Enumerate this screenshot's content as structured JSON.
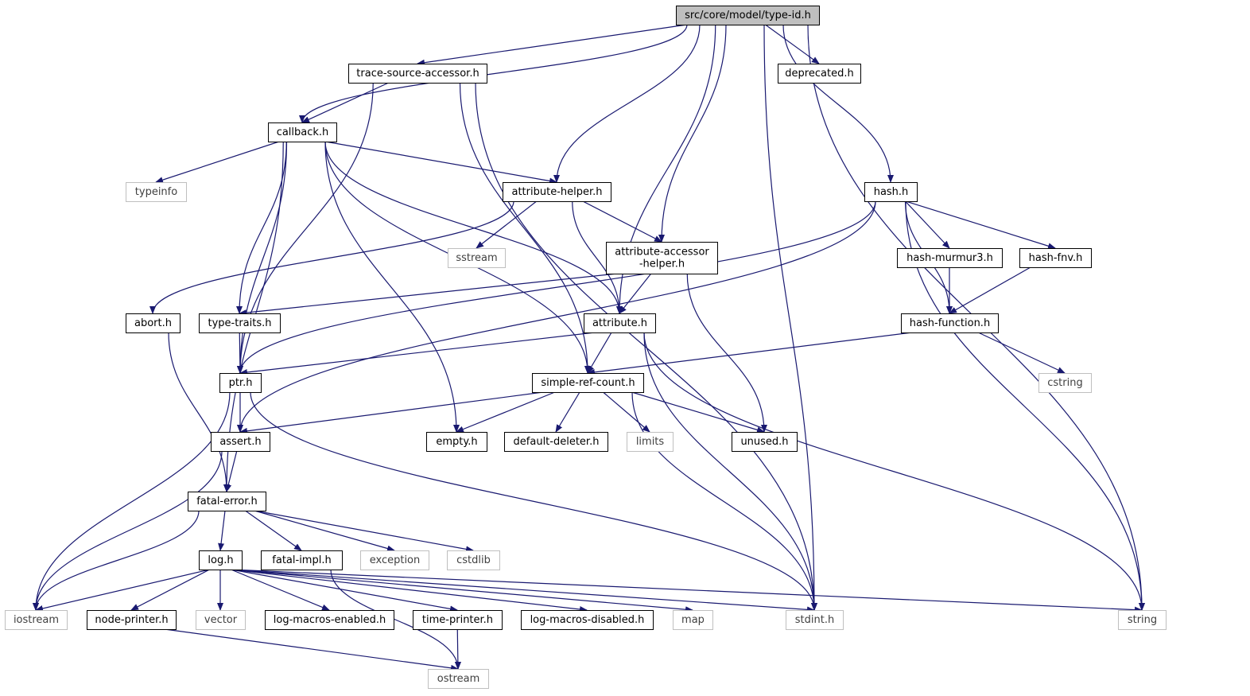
{
  "colors": {
    "edge": "#191970",
    "root_fill": "#bfbfbf",
    "documented_border": "#000000",
    "external_border": "#bfbfbf",
    "external_text": "#404040",
    "text": "#000000"
  },
  "nodes": [
    {
      "id": "type-id",
      "label": "src/core/model/type-id.h",
      "kind": "root"
    },
    {
      "id": "trace-source-accessor",
      "label": "trace-source-accessor.h",
      "kind": "documented"
    },
    {
      "id": "deprecated",
      "label": "deprecated.h",
      "kind": "documented"
    },
    {
      "id": "callback",
      "label": "callback.h",
      "kind": "documented"
    },
    {
      "id": "typeinfo",
      "label": "typeinfo",
      "kind": "external"
    },
    {
      "id": "attribute-helper",
      "label": "attribute-helper.h",
      "kind": "documented"
    },
    {
      "id": "hash",
      "label": "hash.h",
      "kind": "documented"
    },
    {
      "id": "sstream",
      "label": "sstream",
      "kind": "external"
    },
    {
      "id": "attribute-accessor-helper",
      "label": "attribute-accessor\n-helper.h",
      "kind": "documented"
    },
    {
      "id": "hash-murmur3",
      "label": "hash-murmur3.h",
      "kind": "documented"
    },
    {
      "id": "hash-fnv",
      "label": "hash-fnv.h",
      "kind": "documented"
    },
    {
      "id": "abort",
      "label": "abort.h",
      "kind": "documented"
    },
    {
      "id": "type-traits",
      "label": "type-traits.h",
      "kind": "documented"
    },
    {
      "id": "attribute",
      "label": "attribute.h",
      "kind": "documented"
    },
    {
      "id": "hash-function",
      "label": "hash-function.h",
      "kind": "documented"
    },
    {
      "id": "ptr",
      "label": "ptr.h",
      "kind": "documented"
    },
    {
      "id": "simple-ref-count",
      "label": "simple-ref-count.h",
      "kind": "documented"
    },
    {
      "id": "cstring",
      "label": "cstring",
      "kind": "external"
    },
    {
      "id": "assert",
      "label": "assert.h",
      "kind": "documented"
    },
    {
      "id": "empty",
      "label": "empty.h",
      "kind": "documented"
    },
    {
      "id": "default-deleter",
      "label": "default-deleter.h",
      "kind": "documented"
    },
    {
      "id": "limits",
      "label": "limits",
      "kind": "external"
    },
    {
      "id": "unused",
      "label": "unused.h",
      "kind": "documented"
    },
    {
      "id": "fatal-error",
      "label": "fatal-error.h",
      "kind": "documented"
    },
    {
      "id": "log",
      "label": "log.h",
      "kind": "documented"
    },
    {
      "id": "fatal-impl",
      "label": "fatal-impl.h",
      "kind": "documented"
    },
    {
      "id": "exception",
      "label": "exception",
      "kind": "external"
    },
    {
      "id": "cstdlib",
      "label": "cstdlib",
      "kind": "external"
    },
    {
      "id": "iostream",
      "label": "iostream",
      "kind": "external"
    },
    {
      "id": "node-printer",
      "label": "node-printer.h",
      "kind": "documented"
    },
    {
      "id": "vector",
      "label": "vector",
      "kind": "external"
    },
    {
      "id": "log-macros-enabled",
      "label": "log-macros-enabled.h",
      "kind": "documented"
    },
    {
      "id": "time-printer",
      "label": "time-printer.h",
      "kind": "documented"
    },
    {
      "id": "log-macros-disabled",
      "label": "log-macros-disabled.h",
      "kind": "documented"
    },
    {
      "id": "map",
      "label": "map",
      "kind": "external"
    },
    {
      "id": "stdint",
      "label": "stdint.h",
      "kind": "external"
    },
    {
      "id": "string",
      "label": "string",
      "kind": "external"
    },
    {
      "id": "ostream",
      "label": "ostream",
      "kind": "external"
    }
  ],
  "edges": [
    {
      "from": "type-id",
      "to": "trace-source-accessor"
    },
    {
      "from": "type-id",
      "to": "deprecated"
    },
    {
      "from": "type-id",
      "to": "callback"
    },
    {
      "from": "type-id",
      "to": "attribute-helper"
    },
    {
      "from": "type-id",
      "to": "attribute-accessor-helper"
    },
    {
      "from": "type-id",
      "to": "attribute"
    },
    {
      "from": "type-id",
      "to": "hash"
    },
    {
      "from": "type-id",
      "to": "stdint"
    },
    {
      "from": "type-id",
      "to": "string"
    },
    {
      "from": "trace-source-accessor",
      "to": "callback"
    },
    {
      "from": "trace-source-accessor",
      "to": "ptr"
    },
    {
      "from": "trace-source-accessor",
      "to": "simple-ref-count"
    },
    {
      "from": "trace-source-accessor",
      "to": "stdint"
    },
    {
      "from": "callback",
      "to": "typeinfo"
    },
    {
      "from": "callback",
      "to": "attribute-helper"
    },
    {
      "from": "callback",
      "to": "ptr"
    },
    {
      "from": "callback",
      "to": "type-traits"
    },
    {
      "from": "callback",
      "to": "attribute"
    },
    {
      "from": "callback",
      "to": "simple-ref-count"
    },
    {
      "from": "callback",
      "to": "empty"
    },
    {
      "from": "callback",
      "to": "fatal-error"
    },
    {
      "from": "attribute-helper",
      "to": "sstream"
    },
    {
      "from": "attribute-helper",
      "to": "attribute-accessor-helper"
    },
    {
      "from": "attribute-helper",
      "to": "abort"
    },
    {
      "from": "attribute-helper",
      "to": "attribute"
    },
    {
      "from": "attribute-accessor-helper",
      "to": "type-traits"
    },
    {
      "from": "attribute-accessor-helper",
      "to": "attribute"
    },
    {
      "from": "attribute-accessor-helper",
      "to": "unused"
    },
    {
      "from": "hash",
      "to": "hash-murmur3"
    },
    {
      "from": "hash",
      "to": "hash-fnv"
    },
    {
      "from": "hash",
      "to": "hash-function"
    },
    {
      "from": "hash",
      "to": "ptr"
    },
    {
      "from": "hash",
      "to": "assert"
    },
    {
      "from": "hash",
      "to": "string"
    },
    {
      "from": "hash-murmur3",
      "to": "hash-function"
    },
    {
      "from": "hash-fnv",
      "to": "hash-function"
    },
    {
      "from": "hash-function",
      "to": "simple-ref-count"
    },
    {
      "from": "hash-function",
      "to": "cstring"
    },
    {
      "from": "abort",
      "to": "fatal-error"
    },
    {
      "from": "type-traits",
      "to": "ptr"
    },
    {
      "from": "attribute",
      "to": "ptr"
    },
    {
      "from": "attribute",
      "to": "simple-ref-count"
    },
    {
      "from": "attribute",
      "to": "stdint"
    },
    {
      "from": "attribute",
      "to": "string"
    },
    {
      "from": "ptr",
      "to": "assert"
    },
    {
      "from": "ptr",
      "to": "iostream"
    },
    {
      "from": "ptr",
      "to": "stdint"
    },
    {
      "from": "simple-ref-count",
      "to": "assert"
    },
    {
      "from": "simple-ref-count",
      "to": "empty"
    },
    {
      "from": "simple-ref-count",
      "to": "default-deleter"
    },
    {
      "from": "simple-ref-count",
      "to": "limits"
    },
    {
      "from": "simple-ref-count",
      "to": "unused"
    },
    {
      "from": "simple-ref-count",
      "to": "stdint"
    },
    {
      "from": "assert",
      "to": "fatal-error"
    },
    {
      "from": "assert",
      "to": "iostream"
    },
    {
      "from": "fatal-error",
      "to": "log"
    },
    {
      "from": "fatal-error",
      "to": "fatal-impl"
    },
    {
      "from": "fatal-error",
      "to": "exception"
    },
    {
      "from": "fatal-error",
      "to": "cstdlib"
    },
    {
      "from": "fatal-error",
      "to": "iostream"
    },
    {
      "from": "fatal-impl",
      "to": "ostream"
    },
    {
      "from": "log",
      "to": "iostream"
    },
    {
      "from": "log",
      "to": "node-printer"
    },
    {
      "from": "log",
      "to": "vector"
    },
    {
      "from": "log",
      "to": "log-macros-enabled"
    },
    {
      "from": "log",
      "to": "time-printer"
    },
    {
      "from": "log",
      "to": "log-macros-disabled"
    },
    {
      "from": "log",
      "to": "map"
    },
    {
      "from": "log",
      "to": "stdint"
    },
    {
      "from": "log",
      "to": "string"
    },
    {
      "from": "node-printer",
      "to": "ostream"
    },
    {
      "from": "time-printer",
      "to": "ostream"
    }
  ]
}
